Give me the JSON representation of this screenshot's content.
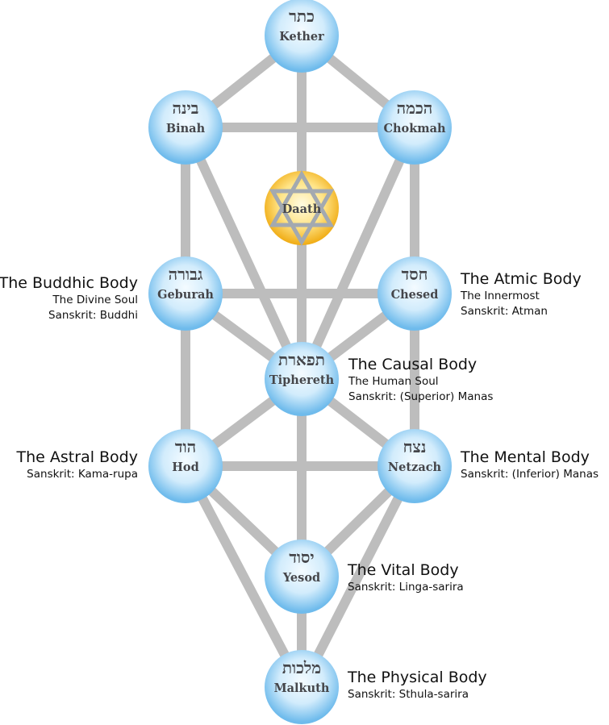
{
  "sephiroth": {
    "kether": {
      "hebrew": "כתר",
      "name": "Kether"
    },
    "binah": {
      "hebrew": "בינה",
      "name": "Binah"
    },
    "chokmah": {
      "hebrew": "הכמה",
      "name": "Chokmah"
    },
    "daath": {
      "name": "Daath"
    },
    "geburah": {
      "hebrew": "גבורה",
      "name": "Geburah"
    },
    "chesed": {
      "hebrew": "חסד",
      "name": "Chesed"
    },
    "tiphereth": {
      "hebrew": "תפארת",
      "name": "Tiphereth"
    },
    "hod": {
      "hebrew": "הוד",
      "name": "Hod"
    },
    "netzach": {
      "hebrew": "נצח",
      "name": "Netzach"
    },
    "yesod": {
      "hebrew": "יסוד",
      "name": "Yesod"
    },
    "malkuth": {
      "hebrew": "מלכות",
      "name": "Malkuth"
    }
  },
  "bodies": {
    "buddhic": {
      "title": "The Buddhic Body",
      "line1": "The Divine Soul",
      "line2": "Sanskrit: Buddhi"
    },
    "atmic": {
      "title": "The Atmic Body",
      "line1": "The Innermost",
      "line2": "Sanskrit: Atman"
    },
    "causal": {
      "title": "The Causal Body",
      "line1": "The Human Soul",
      "line2": "Sanskrit: (Superior) Manas"
    },
    "astral": {
      "title": "The Astral Body",
      "line1": "Sanskrit: Kama-rupa"
    },
    "mental": {
      "title": "The Mental Body",
      "line1": "Sanskrit: (Inferior) Manas"
    },
    "vital": {
      "title": "The Vital Body",
      "line1": "Sanskrit: Linga-sarira"
    },
    "physical": {
      "title": "The Physical Body",
      "line1": "Sanskrit: Sthula-sarira"
    }
  },
  "colors": {
    "path": "#bdbdbd",
    "sphere_light": "#eef8ff",
    "sphere_dark": "#7cc2ee",
    "daath_light": "#fff6c8",
    "daath_dark": "#f2b21c",
    "star": "#9aa3ad"
  }
}
